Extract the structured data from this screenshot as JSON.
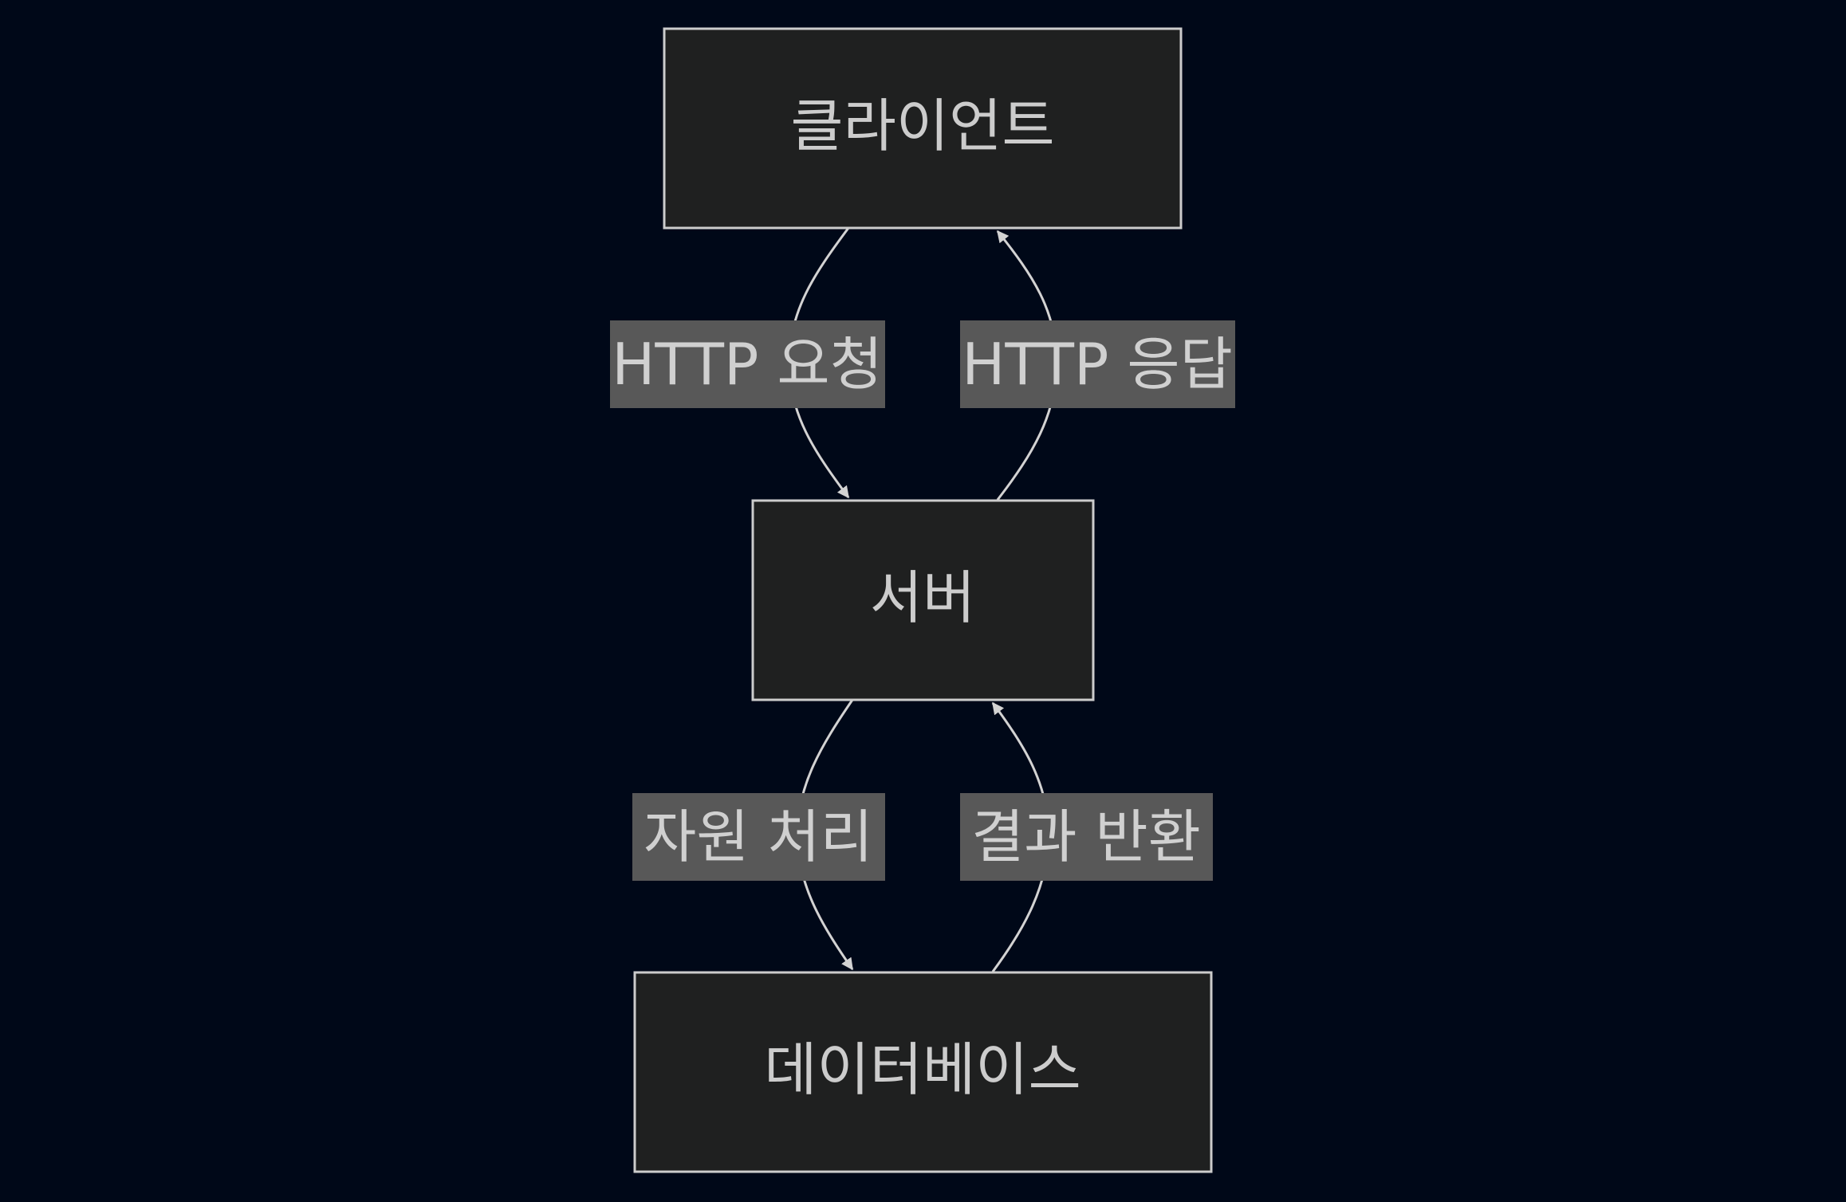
{
  "nodes": {
    "client": "클라이언트",
    "server": "서버",
    "database": "데이터베이스"
  },
  "edges": {
    "http_request": "HTTP 요청",
    "http_response": "HTTP 응답",
    "process_resource": "자원 처리",
    "return_result": "결과 반환"
  },
  "colors": {
    "background": "#000818",
    "node_fill": "#1f2020",
    "node_stroke": "#cccccc",
    "edge_stroke": "#d3d3d3",
    "label_fill": "#585858",
    "text": "#cccccc"
  }
}
